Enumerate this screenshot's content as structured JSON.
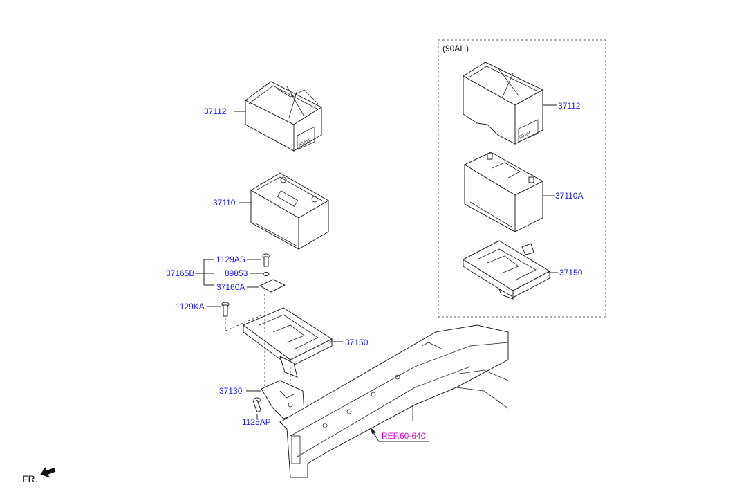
{
  "diagram": {
    "option_box_title": "(90AH)",
    "labels": {
      "case_main": "37112",
      "battery_main": "37110",
      "bolt_as": "1129AS",
      "nut": "89853",
      "clamp": "37160A",
      "group": "37165B",
      "bolt_ka": "1129KA",
      "tray_main": "37150",
      "bracket": "37130",
      "bolt_ap": "1125AP",
      "case_opt": "37112",
      "battery_opt": "37110A",
      "tray_opt": "37150",
      "ref": "REF.60-640",
      "front": "FR."
    },
    "case_markings": {
      "main": "80AH",
      "opt": "90AH"
    },
    "colors": {
      "part_number": "#1a1aff",
      "reference": "#e000e0",
      "line": "#222222"
    }
  }
}
